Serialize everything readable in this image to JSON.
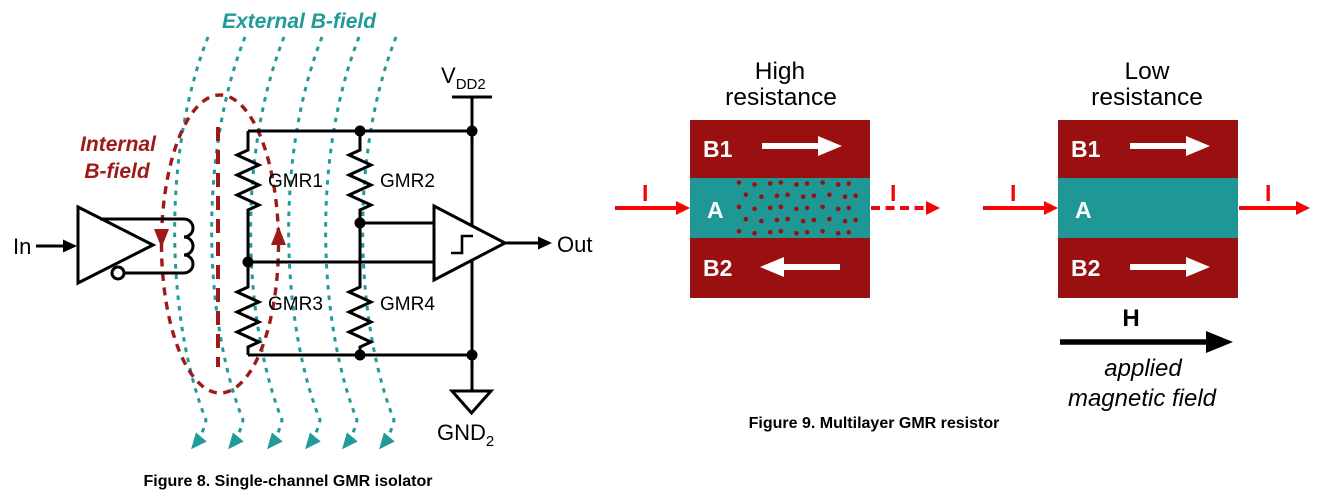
{
  "colors": {
    "teal_line": "#219a9a",
    "teal_layer": "#1f9795",
    "dark_red": "#9a0f0f",
    "field_red": "#9c1a1a",
    "bright_red": "#f50505"
  },
  "figure8": {
    "caption": "Figure 8. Single-channel GMR isolator",
    "external_bfield_label": "External B-field",
    "internal_bfield_label_line1": "Internal",
    "internal_bfield_label_line2": "B-field",
    "in_label": "In",
    "out_label": "Out",
    "vdd_label": "V",
    "vdd_sub": "DD2",
    "gnd_label": "GND",
    "gnd_sub": "2",
    "resistors": {
      "gmr1": "GMR1",
      "gmr2": "GMR2",
      "gmr3": "GMR3",
      "gmr4": "GMR4"
    }
  },
  "figure9": {
    "caption": "Figure 9. Multilayer GMR resistor",
    "high_block": {
      "title_line1": "High",
      "title_line2": "resistance",
      "layer_b1": "B1",
      "layer_a": "A",
      "layer_b2": "B2",
      "current_in": "I",
      "current_out": "I"
    },
    "low_block": {
      "title_line1": "Low",
      "title_line2": "resistance",
      "layer_b1": "B1",
      "layer_a": "A",
      "layer_b2": "B2",
      "current_in": "I",
      "current_out": "I"
    },
    "h_field_label": "H",
    "applied_field_line1": "applied",
    "applied_field_line2": "magnetic field"
  }
}
